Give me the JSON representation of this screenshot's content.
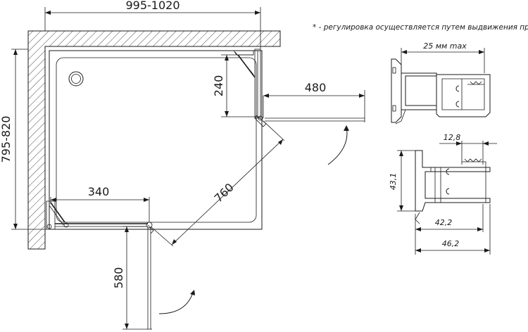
{
  "dimensions": {
    "top_width": "995-1020",
    "left_height": "795-820",
    "right_offset": "240",
    "right_door": "480",
    "bottom_door": "340",
    "diagonal": "760",
    "bottom_offset": "580"
  },
  "note": "* - регулировка осуществляется путем выдвижения профиля",
  "profile_top": {
    "width_label": "25 мм max"
  },
  "profile_bottom": {
    "dim_128": "12,8",
    "dim_431": "43,1",
    "dim_422": "42,2",
    "dim_462": "46,2"
  }
}
